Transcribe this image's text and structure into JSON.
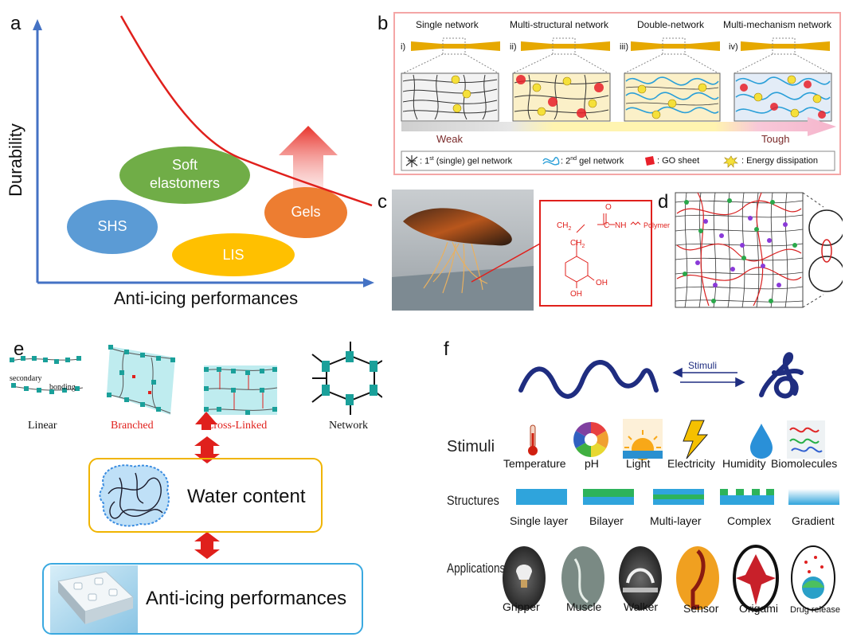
{
  "panels": {
    "a": "a",
    "b": "b",
    "c": "c",
    "d": "d",
    "e": "e",
    "f": "f"
  },
  "panel_a": {
    "ylabel": "Durability",
    "xlabel": "Anti-icing performances",
    "bubbles": {
      "soft_line1": "Soft",
      "soft_line2": "elastomers",
      "shs": "SHS",
      "lis": "LIS",
      "gels": "Gels"
    },
    "colors": {
      "axis": "#4472c4",
      "curve": "#e0201c",
      "soft": "#70ad47",
      "shs": "#5b9bd5",
      "lis": "#ffc000",
      "gels": "#ed7d31",
      "arrow": "#e8322a"
    }
  },
  "panel_b": {
    "titles": [
      "Single network",
      "Multi-structural network",
      "Double-network",
      "Multi-mechanism network"
    ],
    "indices": [
      "i)",
      "ii)",
      "iii)",
      "iv)"
    ],
    "scale_weak": "Weak",
    "scale_tough": "Tough",
    "legend": {
      "first_a": ": 1",
      "first_sup": "st",
      "first_b": " (single) gel network",
      "second_a": ": 2",
      "second_sup": "nd",
      "second_b": " gel network",
      "go": ": GO sheet",
      "energy": ": Energy dissipation"
    },
    "colors": {
      "border": "#f4a6a6",
      "scale_label": "#7a2a2a"
    }
  },
  "panel_c": {
    "chem": {
      "o": "O",
      "c": "C",
      "nh": "NH",
      "polymer": "Polymer",
      "ch2a": "CH",
      "ch2b": "CH",
      "two": "2",
      "oh1": "OH",
      "oh2": "OH"
    },
    "colors": {
      "chem": "#e0201c"
    }
  },
  "panel_e": {
    "types": [
      "Linear",
      "Branched",
      "Cross-Linked",
      "Network"
    ],
    "sublabels": {
      "secondary": "secondary",
      "bonding": "bonding"
    },
    "water": "Water content",
    "antiicing": "Anti-icing performances",
    "colors": {
      "highlight": "#e0201c",
      "water_border": "#f0b400",
      "anti_border": "#3aa9e0",
      "bead": "#1aa09a"
    }
  },
  "panel_f": {
    "stimuli_arrow": "Stimuli",
    "row_stimuli": "Stimuli",
    "row_structures": "Structures",
    "row_applications": "Applications",
    "stimuli": [
      "Temperature",
      "pH",
      "Light",
      "Electricity",
      "Humidity",
      "Biomolecules"
    ],
    "structures": [
      "Single layer",
      "Bilayer",
      "Multi-layer",
      "Complex",
      "Gradient"
    ],
    "applications": [
      "Gripper",
      "Muscle",
      "Walker",
      "Sensor",
      "Origami",
      "Drug release"
    ],
    "colors": {
      "chain": "#1f2d80",
      "layer_blue": "#2fa4dc",
      "layer_green": "#2db35a"
    }
  }
}
